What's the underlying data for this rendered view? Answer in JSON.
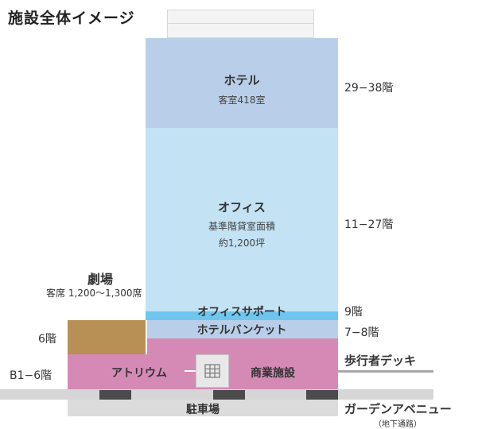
{
  "title": "施設全体イメージ",
  "blocks": {
    "hotel": {
      "name": "ホテル",
      "sub": "客室418室",
      "floors": "29−38階"
    },
    "office": {
      "name": "オフィス",
      "sub1": "基準階貸室面積",
      "sub2": "約1,200坪",
      "floors": "11−27階"
    },
    "office_support": {
      "name": "オフィスサポート",
      "floors": "9階"
    },
    "hotel_banquet": {
      "name": "ホテルバンケット",
      "floors": "7−8階"
    },
    "theater": {
      "name": "劇場",
      "seats": "客席 1,200〜1,300席",
      "floors": "6階"
    },
    "commercial": {
      "atrium": "アトリウム",
      "name": "商業施設",
      "floors": "B1−6階"
    },
    "parking": {
      "name": "駐車場"
    }
  },
  "connections": {
    "deck": "歩行者デッキ",
    "avenue": "ガーデンアベニュー",
    "avenue_sub": "（地下通路）"
  },
  "colors": {
    "hotel": "#b9cfe9",
    "office": "#c3e2f4",
    "office_support": "#6ec6ee",
    "theater": "#b88f55",
    "commercial": "#d58ab6",
    "parking": "#dcdcdc"
  }
}
